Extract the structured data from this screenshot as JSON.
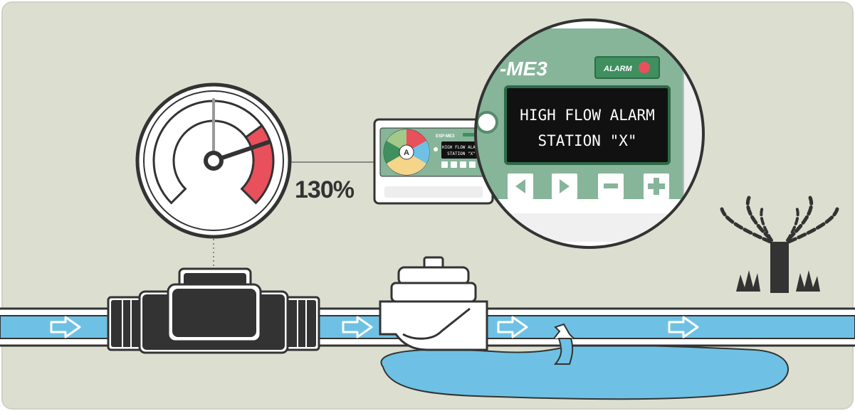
{
  "colors": {
    "background": "#dcdfd0",
    "pipe_water": "#6ec1e4",
    "leak_pool": "#6ec1e4",
    "meter_body": "#333333",
    "valve_body": "#ffffff",
    "controller_green": "#86b59a",
    "alarm_red": "#e8505b",
    "gauge_red": "#e8505b",
    "outline": "#333333"
  },
  "gauge": {
    "reading_label": "130%",
    "reading_fraction": 1.3
  },
  "controller_small": {
    "model_label": "ESP-ME3",
    "screen_line_1": "HIGH FLOW ALARM",
    "screen_line_2": "STATION \"X\""
  },
  "controller_zoom": {
    "model_label": "-ME3",
    "alarm_label": "ALARM",
    "screen_line_1": "HIGH FLOW ALARM",
    "screen_line_2": "STATION \"X\"",
    "buttons": [
      "left-arrow",
      "right-arrow",
      "minus",
      "plus"
    ]
  },
  "icons": {
    "flow_arrow": "arrow-right-outline",
    "sprinkler": "spray-head",
    "grass": "grass-tufts"
  }
}
